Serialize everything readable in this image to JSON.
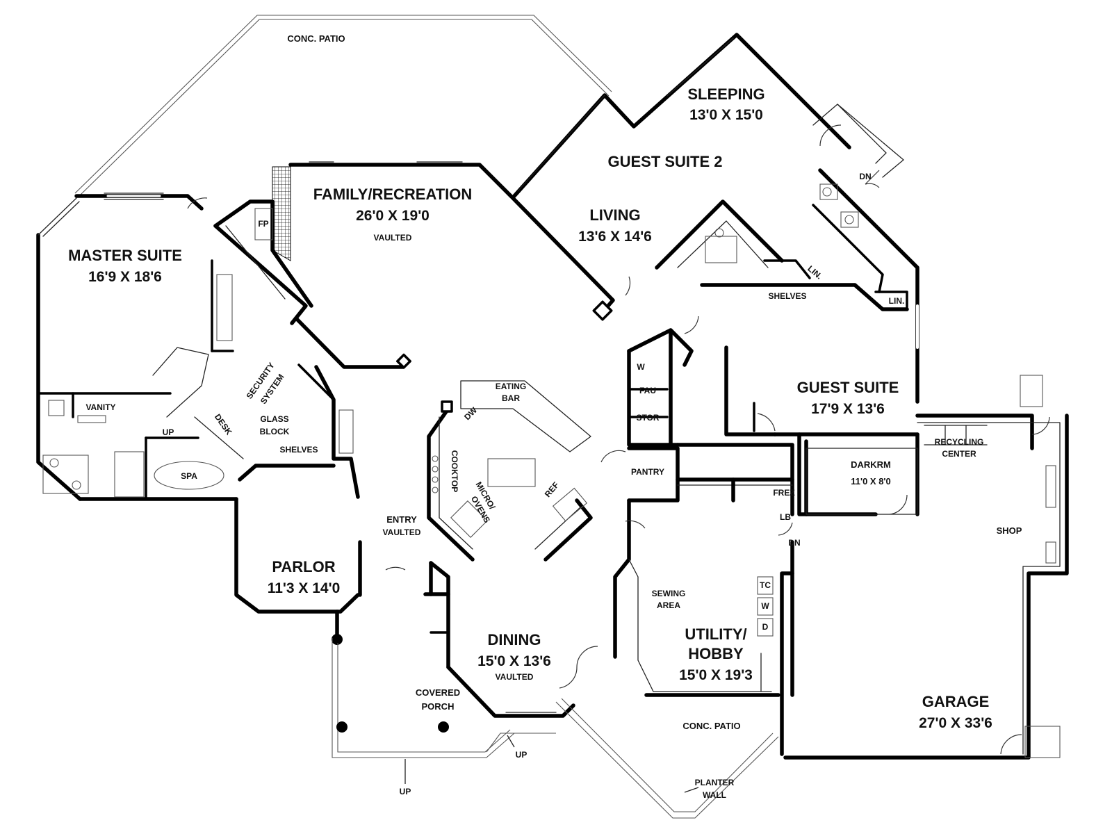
{
  "labels": {
    "conc_patio_top": "CONC. PATIO",
    "sleeping": "SLEEPING",
    "sleeping_dim": "13'0 X 15'0",
    "guest_suite_2": "GUEST SUITE 2",
    "dn_top": "DN",
    "living": "LIVING",
    "living_dim": "13'6 X 14'6",
    "lin_1": "LIN.",
    "lin_2": "LIN.",
    "shelves_right": "SHELVES",
    "family": "FAMILY/RECREATION",
    "family_dim": "26'0 X 19'0",
    "family_vaulted": "VAULTED",
    "fp": "FP",
    "master": "MASTER SUITE",
    "master_dim": "16'9 X 18'6",
    "vanity": "VANITY",
    "up_master": "UP",
    "spa": "SPA",
    "security": "SECURITY",
    "system": "SYSTEM",
    "desk": "DESK",
    "glass": "GLASS",
    "block": "BLOCK",
    "shelves_left": "SHELVES",
    "eating": "EATING",
    "bar": "BAR",
    "dw": "DW",
    "cooktop": "COOKTOP",
    "micro": "MICRO/",
    "ovens": "OVENS",
    "ref": "REF",
    "w_small": "W",
    "fau": "FAU",
    "stor": "STOR",
    "pantry": "PANTRY",
    "guest_suite": "GUEST SUITE",
    "guest_suite_dim": "17'9 X 13'6",
    "recycling": "RECYCLING",
    "center": "CENTER",
    "darkrm": "DARKRM",
    "darkrm_dim": "11'0 X 8'0",
    "frez": "FREZ",
    "lb": "LB",
    "dn_mid": "DN",
    "shop": "SHOP",
    "entry": "ENTRY",
    "entry_vaulted": "VAULTED",
    "parlor": "PARLOR",
    "parlor_dim": "11'3 X 14'0",
    "sewing": "SEWING",
    "area": "AREA",
    "tc": "TC",
    "w_util": "W",
    "d_util": "D",
    "utility": "UTILITY/",
    "hobby": "HOBBY",
    "utility_dim": "15'0 X 19'3",
    "dining": "DINING",
    "dining_dim": "15'0 X 13'6",
    "dining_vaulted": "VAULTED",
    "covered": "COVERED",
    "porch": "PORCH",
    "up_porch": "UP",
    "up_steps": "UP",
    "conc_patio_bottom": "CONC. PATIO",
    "planter": "PLANTER",
    "wall": "WALL",
    "garage": "GARAGE",
    "garage_dim": "27'0 X 33'6"
  }
}
